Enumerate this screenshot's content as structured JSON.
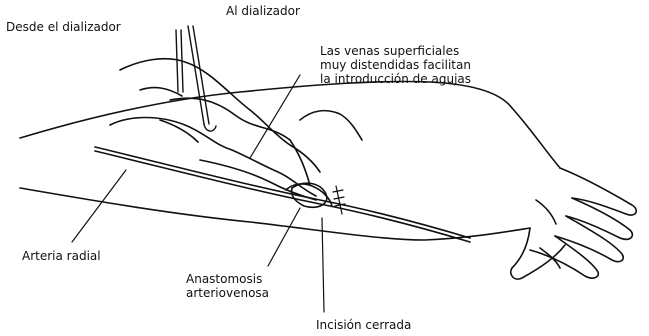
{
  "figure": {
    "labels": {
      "from_dialyzer": "Desde el dializador",
      "to_dialyzer": "Al dializador",
      "superficial_veins": "Las venas superficiales\nmuy distendidas facilitan\nla introducción de agujas",
      "radial_artery": "Arteria radial",
      "anastomosis": "Anastomosis\narteriovenosa",
      "closed_incision": "Incisión cerrada"
    }
  }
}
